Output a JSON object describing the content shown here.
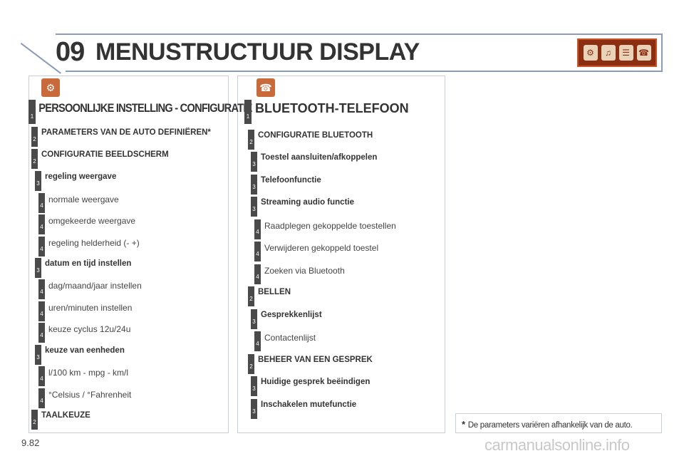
{
  "header": {
    "chapter": "09",
    "title": "MENUSTRUCTUUR DISPLAY"
  },
  "left": {
    "icon": "settings-icon",
    "items": [
      {
        "level": "1",
        "text": "PERSOONLIJKE INSTELLING - CONFIGURATIE"
      },
      {
        "level": "2",
        "text": "PARAMETERS VAN DE AUTO DEFINIËREN*"
      },
      {
        "level": "2",
        "text": "CONFIGURATIE BEELDSCHERM"
      },
      {
        "level": "3",
        "text": "regeling weergave"
      },
      {
        "level": "4",
        "text": "normale weergave"
      },
      {
        "level": "4",
        "text": "omgekeerde weergave"
      },
      {
        "level": "4",
        "text": "regeling helderheid (- +)"
      },
      {
        "level": "3",
        "text": "datum en tijd instellen"
      },
      {
        "level": "4",
        "text": "dag/maand/jaar instellen"
      },
      {
        "level": "4",
        "text": "uren/minuten instellen"
      },
      {
        "level": "4",
        "text": "keuze cyclus 12u/24u"
      },
      {
        "level": "3",
        "text": "keuze van eenheden"
      },
      {
        "level": "4",
        "text": "l/100 km - mpg - km/l"
      },
      {
        "level": "4",
        "text": "°Celsius / °Fahrenheit"
      },
      {
        "level": "2",
        "text": "TAALKEUZE"
      }
    ]
  },
  "right": {
    "icon": "bluetooth-phone-icon",
    "items": [
      {
        "level": "1",
        "text": "BLUETOOTH-TELEFOON"
      },
      {
        "level": "2",
        "text": "CONFIGURATIE BLUETOOTH"
      },
      {
        "level": "3",
        "text": "Toestel aansluiten/afkoppelen"
      },
      {
        "level": "3",
        "text": "Telefoonfunctie"
      },
      {
        "level": "3",
        "text": "Streaming audio functie"
      },
      {
        "level": "4",
        "text": "Raadplegen gekoppelde toestellen"
      },
      {
        "level": "4",
        "text": "Verwijderen gekoppeld toestel"
      },
      {
        "level": "4",
        "text": "Zoeken via Bluetooth"
      },
      {
        "level": "2",
        "text": "BELLEN"
      },
      {
        "level": "3",
        "text": "Gesprekkenlijst"
      },
      {
        "level": "4",
        "text": "Contactenlijst"
      },
      {
        "level": "2",
        "text": "BEHEER VAN EEN GESPREK"
      },
      {
        "level": "3",
        "text": "Huidige gesprek beëindigen"
      },
      {
        "level": "3",
        "text": "Inschakelen mutefunctie"
      }
    ]
  },
  "note": {
    "star": "*",
    "text": "De parameters variëren afhankelijk van de auto."
  },
  "page_number": "9.82",
  "watermark": "carmanualsonline.info"
}
